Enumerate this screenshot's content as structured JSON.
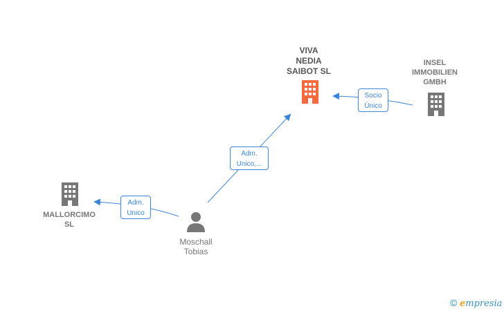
{
  "nodes": {
    "viva": {
      "label": "VIVA\nNEDIA\nSAIBOT  SL",
      "color": "#f26a3d"
    },
    "insel": {
      "label": "INSEL\nIMMOBILIEN\nGMBH",
      "color": "#777777"
    },
    "mallorcimo": {
      "label": "MALLORCIMO\nSL",
      "color": "#777777"
    },
    "moschall": {
      "label": "Moschall\nTobias",
      "color": "#777777"
    }
  },
  "edges": [
    {
      "from": "moschall",
      "to": "viva",
      "label": "Adm.\nUnico,..."
    },
    {
      "from": "insel",
      "to": "viva",
      "label": "Socio\nÚnico"
    },
    {
      "from": "moschall",
      "to": "mallorcimo",
      "label": "Adm.\nUnico"
    }
  ],
  "edge_color": "#3d85d8",
  "footer": {
    "copyright_symbol": "©",
    "brand_first": "e",
    "brand_rest": "mpresia"
  }
}
